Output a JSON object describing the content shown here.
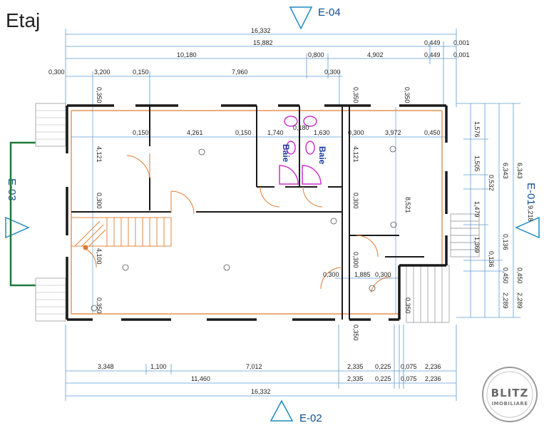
{
  "title": "Etaj",
  "elevations": {
    "top": "E-04",
    "bottom": "E-02",
    "left": "E-03",
    "right": "E-01"
  },
  "rooms": {
    "bath1": "Baie",
    "bath2": "Baie"
  },
  "dims": {
    "top1": "16,332",
    "top2": "15,882",
    "top2b": "0,449",
    "top2c": "0,001",
    "top3a": "10,180",
    "top3b": "0,800",
    "top3c": "4,902",
    "top3d": "0,449",
    "top3e": "0,001",
    "r4a": "0,300",
    "r4b": "3,200",
    "r4c": "0,150",
    "r4d": "7,960",
    "r4e": "0,300",
    "v350a": "0,350",
    "v350b": "0,350",
    "v350c": "0,350",
    "in150a": "0,150",
    "in4261": "4,261",
    "in150b": "0,150",
    "in1740": "1,740",
    "in180": "0,180",
    "in1630": "1,630",
    "in300a": "0,300",
    "in3972": "3,972",
    "in450": "0,450",
    "v4121a": "4,121",
    "v4121b": "4,121",
    "v300a": "0,300",
    "v300b": "0,300",
    "v300c": "0,300",
    "v4100": "4,100",
    "v8521": "8,521",
    "v350d": "0,350",
    "v350e": "0,350",
    "v350f": "0,350",
    "m300a": "0,300",
    "m1885": "1,885",
    "m300b": "0,300",
    "rc1576": "1,576",
    "rc1505": "1,505",
    "rc532": "0,532",
    "rc1479": "1,479",
    "rc1369": "1,369",
    "rc136a": "0,136",
    "rc136b": "0,136",
    "rc450a": "0,450",
    "rc450b": "0,450",
    "rc2289a": "2,289",
    "rc2289b": "2,289",
    "rc6343a": "6,343",
    "rc6343b": "6,343",
    "rc9218": "9,218",
    "b1a": "3,348",
    "b1b": "1,100",
    "b1c": "7,012",
    "b1d": "2,335",
    "b1e": "0,225",
    "b1f": "0,075",
    "b1g": "2,236",
    "b2a": "11,460",
    "b2b": "2,335",
    "b2c": "0,225",
    "b2d": "0,075",
    "b2e": "2,236",
    "b3": "16,332"
  },
  "logo": {
    "line1": "BLITZ",
    "line2": "IMOBILIARE"
  },
  "colors": {
    "dimension_lines": "#5b9bd5",
    "walls": "#1a1a1a",
    "facade": "#e07a2f",
    "elevation_marker": "#1e8bc3",
    "sanitary": "#cc33cc",
    "balcony": "#1f7a3a"
  }
}
